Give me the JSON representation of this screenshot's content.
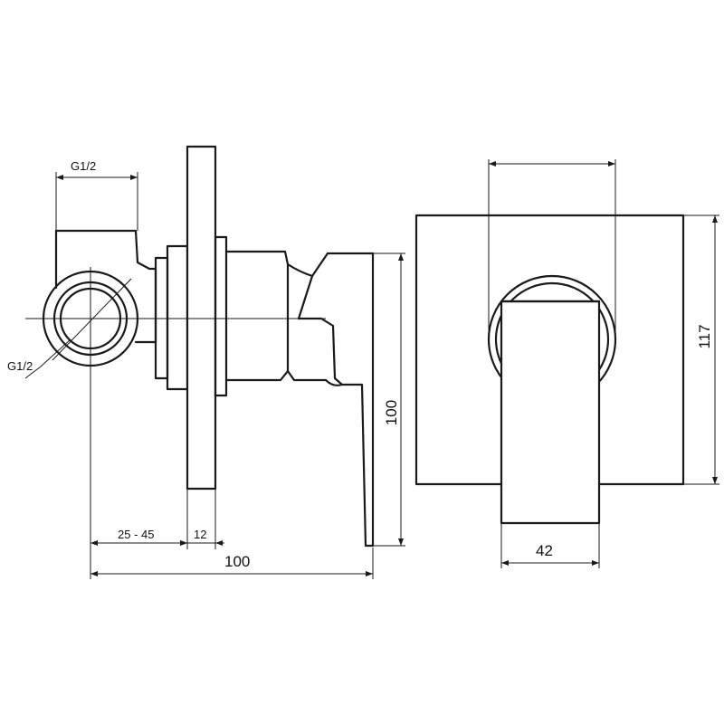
{
  "dimensions": {
    "thread_top": "G1/2",
    "thread_side": "G1/2",
    "depth_range": "25 - 45",
    "plate_thickness": "12",
    "overall_depth": "100",
    "lever_height": "100",
    "plate_width": "117",
    "lever_width": "42"
  }
}
